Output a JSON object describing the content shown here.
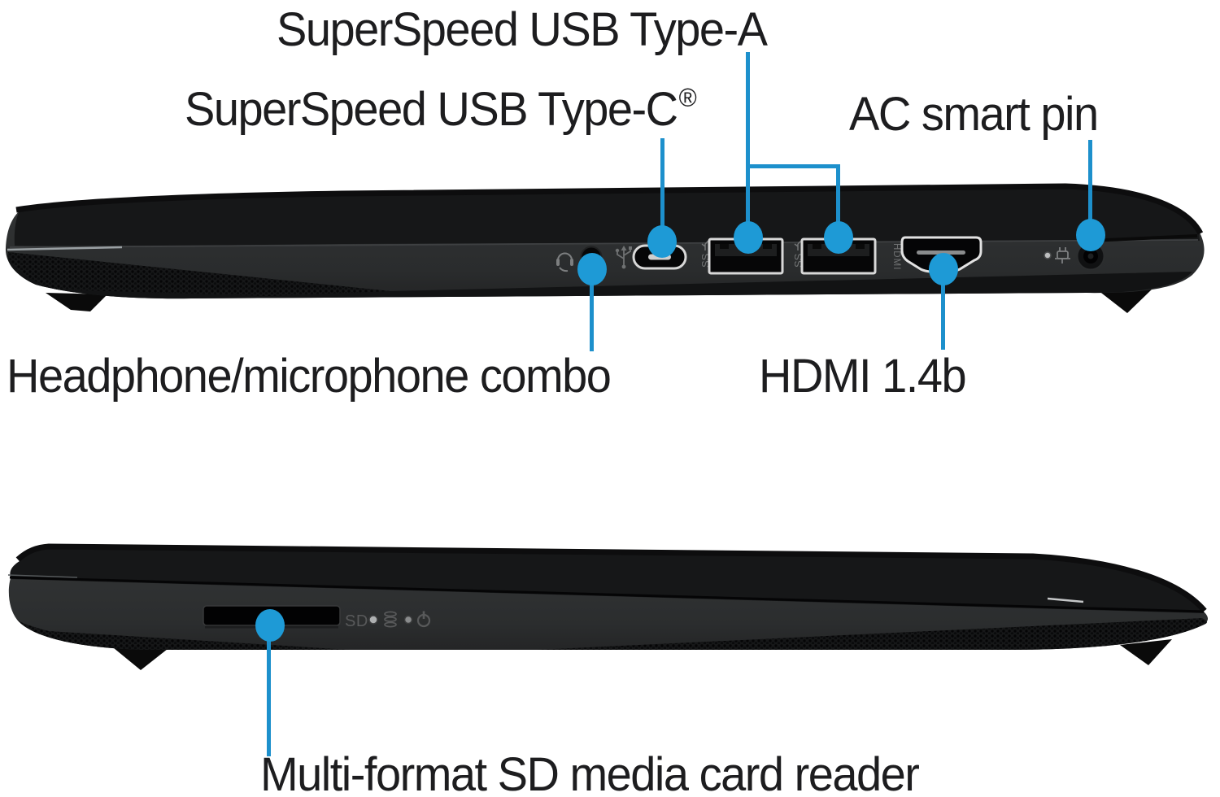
{
  "accent": {
    "line_blue": "#1d90cc",
    "dot_blue": "#1e9ad6"
  },
  "body_colors": {
    "base_gray": "#2d2f30",
    "lid_black": "#161718"
  },
  "callouts": {
    "usb_a": {
      "label": "SuperSpeed USB Type-A"
    },
    "usb_c": {
      "label": "SuperSpeed USB Type-C",
      "reg": "®"
    },
    "ac_pin": {
      "label": "AC smart pin"
    },
    "headphone": {
      "label": "Headphone/microphone combo"
    },
    "hdmi": {
      "label": "HDMI 1.4b"
    },
    "sd": {
      "label": "Multi-format SD media card reader"
    }
  },
  "markings": {
    "hdmi_port": "HDMI",
    "sd_slot": "SD",
    "ss_usb_1": "SS",
    "ss_usb_2": "SS"
  }
}
